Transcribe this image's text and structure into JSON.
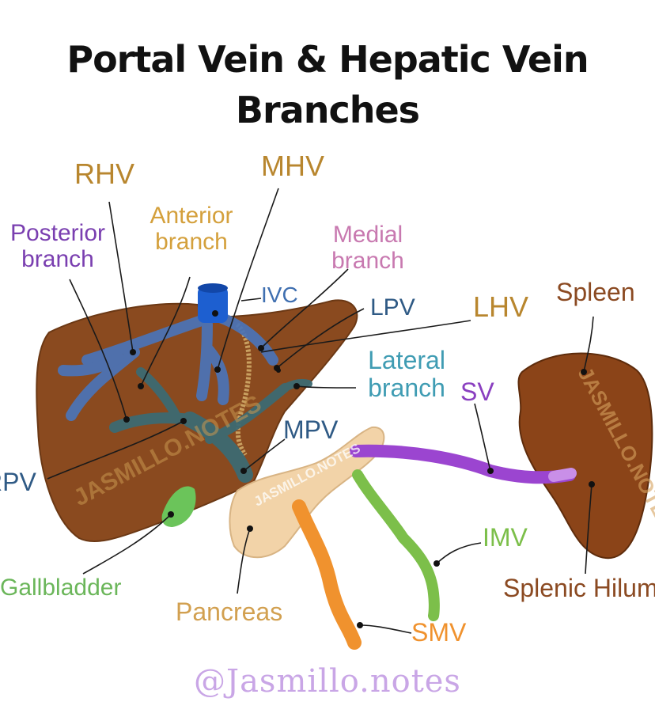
{
  "title": {
    "line1": "Portal Vein & Hepatic Vein",
    "line2": "Branches"
  },
  "labels": {
    "rhv": "RHV",
    "mhv": "MHV",
    "posterior_branch": "Posterior\nbranch",
    "anterior_branch": "Anterior\nbranch",
    "medial_branch": "Medial\nbranch",
    "ivc": "IVC",
    "lpv": "LPV",
    "lhv": "LHV",
    "spleen": "Spleen",
    "lateral_branch": "Lateral\nbranch",
    "sv": "SV",
    "mpv": "MPV",
    "rpv": "RPV",
    "gallbladder": "Gallbladder",
    "pancreas": "Pancreas",
    "imv": "IMV",
    "smv": "SMV",
    "splenic_hilum": "Splenic Hilum"
  },
  "watermarks": {
    "liver": "JASMILLO.NOTES",
    "spleen": "JASMILLO.NOTES",
    "pancreas": "JASMILLO.NOTES"
  },
  "handle": "@Jasmillo.notes",
  "colors": {
    "liver": "#8a4a1f",
    "spleen": "#8b4418",
    "hepatic_veins": "#4a74b8",
    "ivc": "#1d5fd0",
    "portal_vein": "#3d6a72",
    "splenic_vein": "#9b45d0",
    "imv": "#7cbf4a",
    "smv": "#f0922e",
    "pancreas": "#f2d3a8",
    "gallbladder": "#6bc45a",
    "label_tan": "#b8862e",
    "label_teal": "#3f8ca3",
    "label_purple": "#7a3fb0",
    "label_pink": "#c879b0"
  }
}
